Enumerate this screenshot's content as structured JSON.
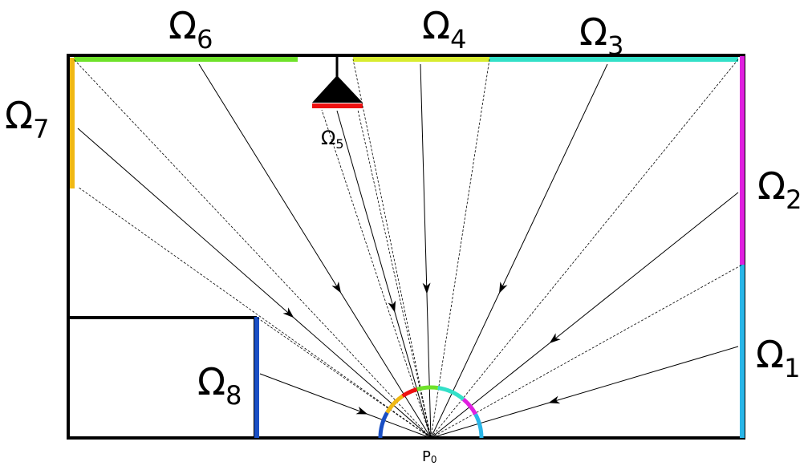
{
  "labels": {
    "omega_base": "Ω",
    "omega1_sub": "1",
    "omega2_sub": "2",
    "omega3_sub": "3",
    "omega4_sub": "4",
    "omega5_sub": "5",
    "omega6_sub": "6",
    "omega7_sub": "7",
    "omega8_sub": "8",
    "p0_base": "P",
    "p0_sub": "0"
  },
  "colors": {
    "omega1": "#29b6e8",
    "omega2": "#e020e0",
    "omega3": "#33e0c8",
    "omega4": "#d8ec30",
    "omega5": "#ee1111",
    "omega6": "#6fe22a",
    "omega7": "#f0b814",
    "omega8": "#1a4fc4",
    "outline": "#000000",
    "background": "#ffffff"
  }
}
